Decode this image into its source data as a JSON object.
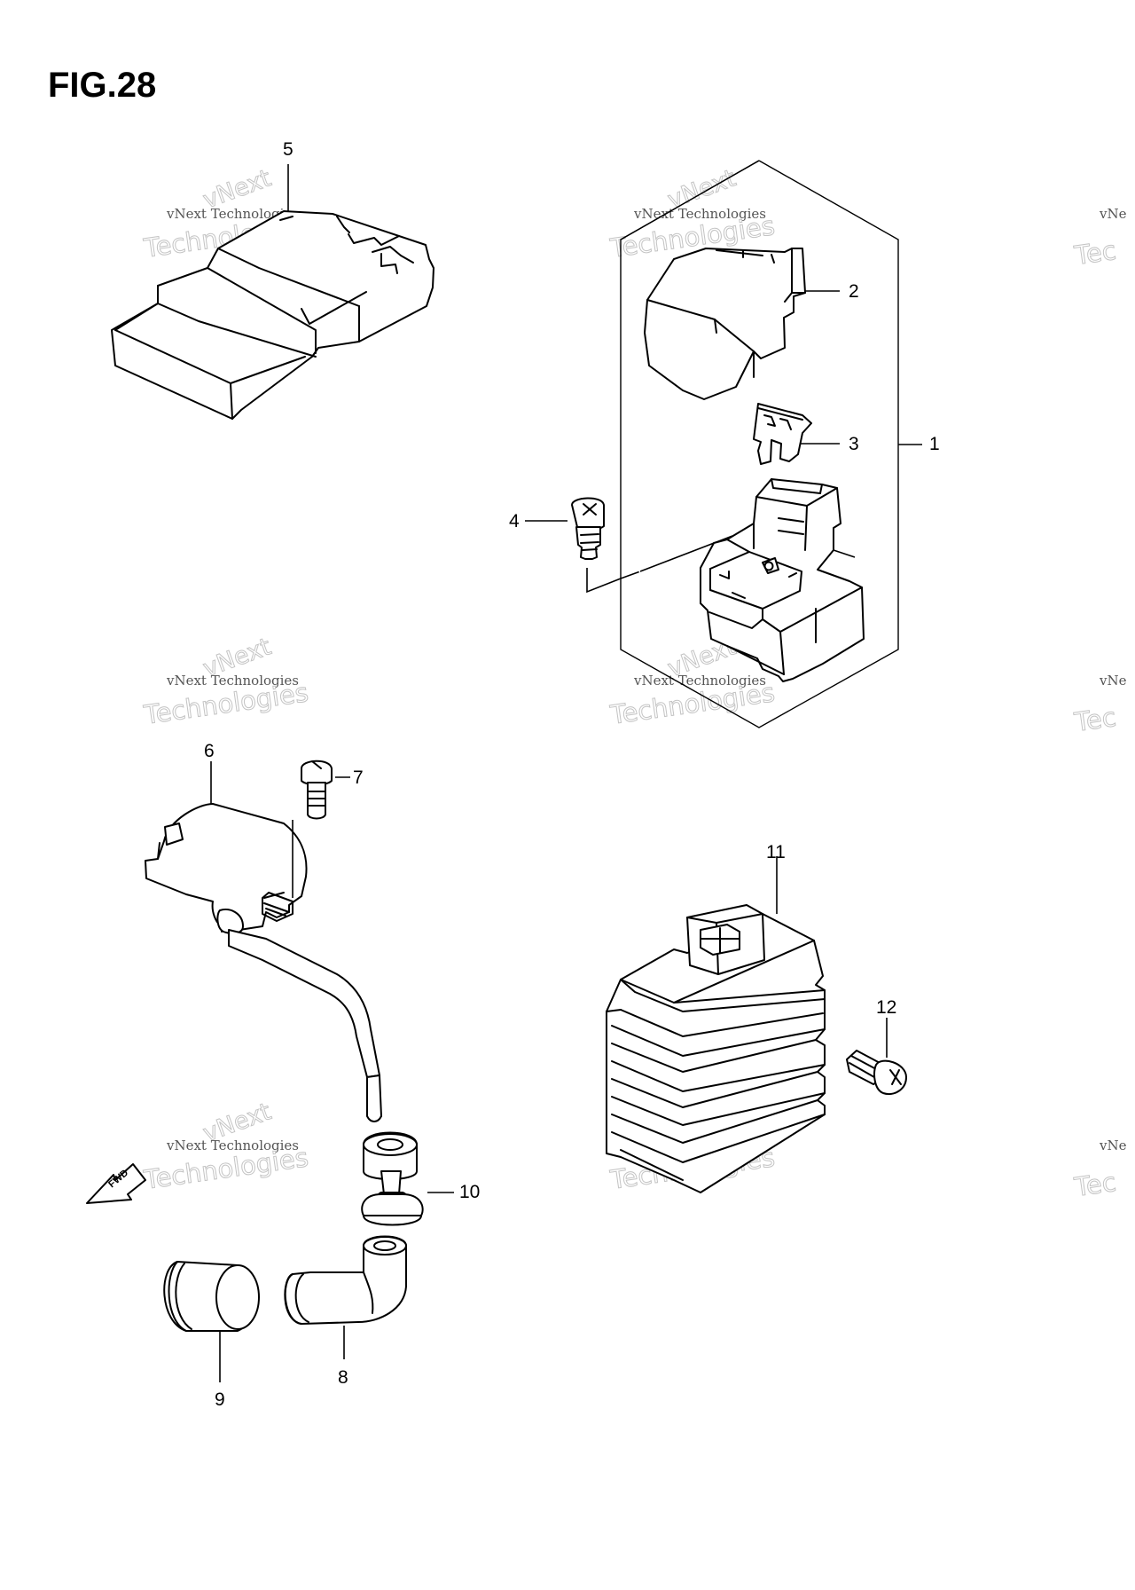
{
  "figure": {
    "title": "FIG.28"
  },
  "callouts": [
    {
      "id": "1",
      "label": "1"
    },
    {
      "id": "2",
      "label": "2"
    },
    {
      "id": "3",
      "label": "3"
    },
    {
      "id": "4",
      "label": "4"
    },
    {
      "id": "5",
      "label": "5"
    },
    {
      "id": "6",
      "label": "6"
    },
    {
      "id": "7",
      "label": "7"
    },
    {
      "id": "8",
      "label": "8"
    },
    {
      "id": "9",
      "label": "9"
    },
    {
      "id": "10",
      "label": "10"
    },
    {
      "id": "11",
      "label": "11"
    },
    {
      "id": "12",
      "label": "12"
    }
  ],
  "fwd_arrow": {
    "label": "FWD"
  },
  "watermark": {
    "brand": "vNext",
    "company": "vNext Technologies",
    "word": "Technologies",
    "edge_small": "vNe",
    "edge_big": "Tec"
  }
}
